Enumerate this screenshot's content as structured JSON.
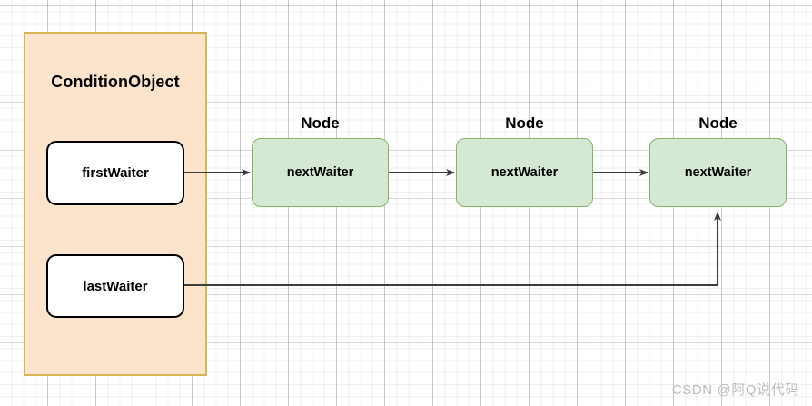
{
  "diagram": {
    "title_container": "ConditionObject",
    "container": {
      "label": "ConditionObject",
      "fill": "#fce3cb",
      "stroke": "#d6b656",
      "fields": [
        {
          "label": "firstWaiter"
        },
        {
          "label": "lastWaiter"
        }
      ]
    },
    "nodes": [
      {
        "title": "Node",
        "label": "nextWaiter"
      },
      {
        "title": "Node",
        "label": "nextWaiter"
      },
      {
        "title": "Node",
        "label": "nextWaiter"
      }
    ],
    "node_fill": "#d5e8d4",
    "node_stroke": "#82b366",
    "edge_color": "#3c3c3c",
    "edges": [
      {
        "from": "firstWaiter",
        "to": "node-1",
        "kind": "straight-right"
      },
      {
        "from": "node-1",
        "to": "node-2",
        "kind": "straight-right"
      },
      {
        "from": "node-2",
        "to": "node-3",
        "kind": "straight-right"
      },
      {
        "from": "lastWaiter",
        "to": "node-3",
        "kind": "elbow-right-up"
      }
    ]
  },
  "watermark": {
    "text": "CSDN @阿Q说代码"
  }
}
